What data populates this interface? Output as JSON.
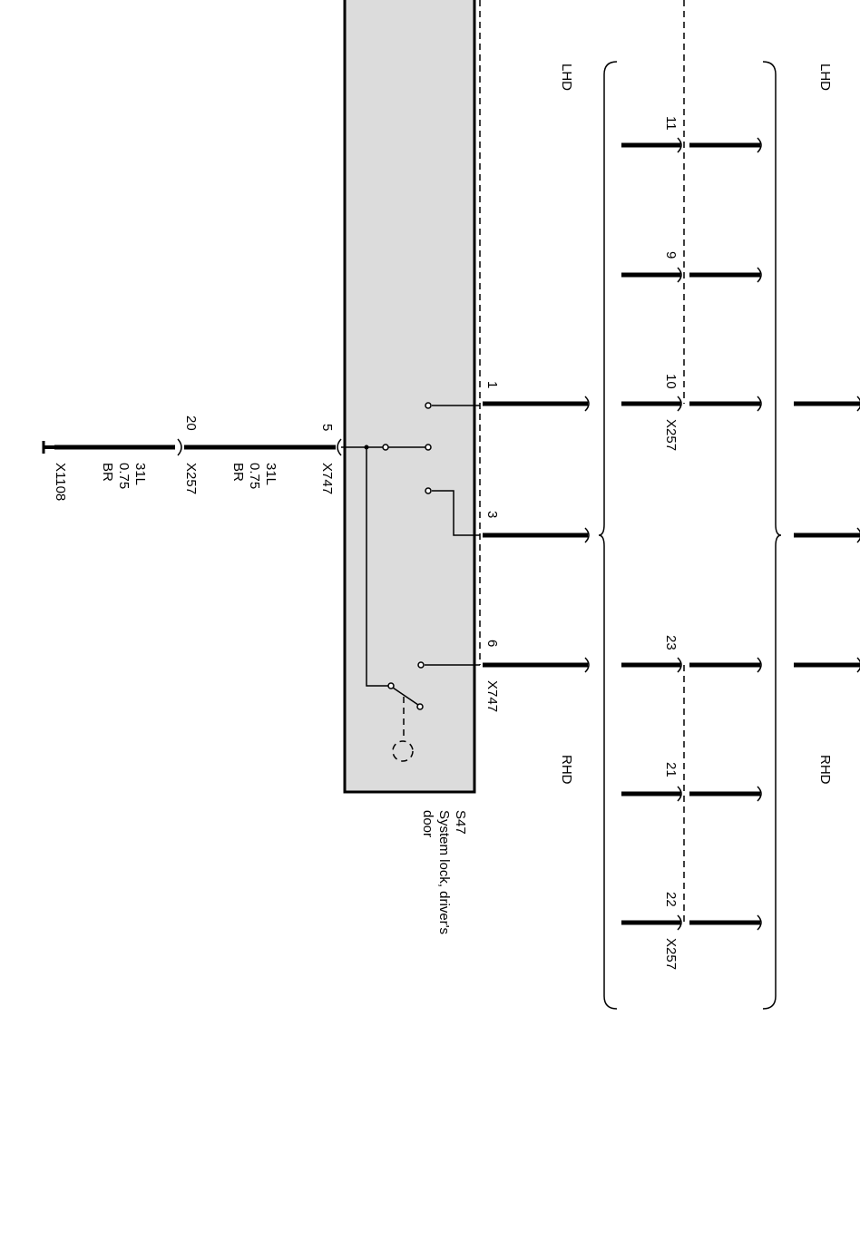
{
  "component": {
    "id": "S47",
    "name_line1": "System lock, driver's",
    "name_line2": "door"
  },
  "variants": {
    "top": "LHD",
    "bottom": "RHD"
  },
  "connectors": {
    "x747": "X747",
    "x257": "X257",
    "x1108": "X1108"
  },
  "pins": {
    "x747_1": "1",
    "x747_3": "3",
    "x747_6": "6",
    "x747_5": "5",
    "x257_11": "11",
    "x257_9": "9",
    "x257_10": "10",
    "x257_23": "23",
    "x257_21": "21",
    "x257_22": "22",
    "x257_20": "20"
  },
  "wire_ground": {
    "code": "31L",
    "size": "0.75",
    "color": "BR"
  },
  "wire_ground2": {
    "code": "31L",
    "size": "0.75",
    "color": "BR"
  }
}
